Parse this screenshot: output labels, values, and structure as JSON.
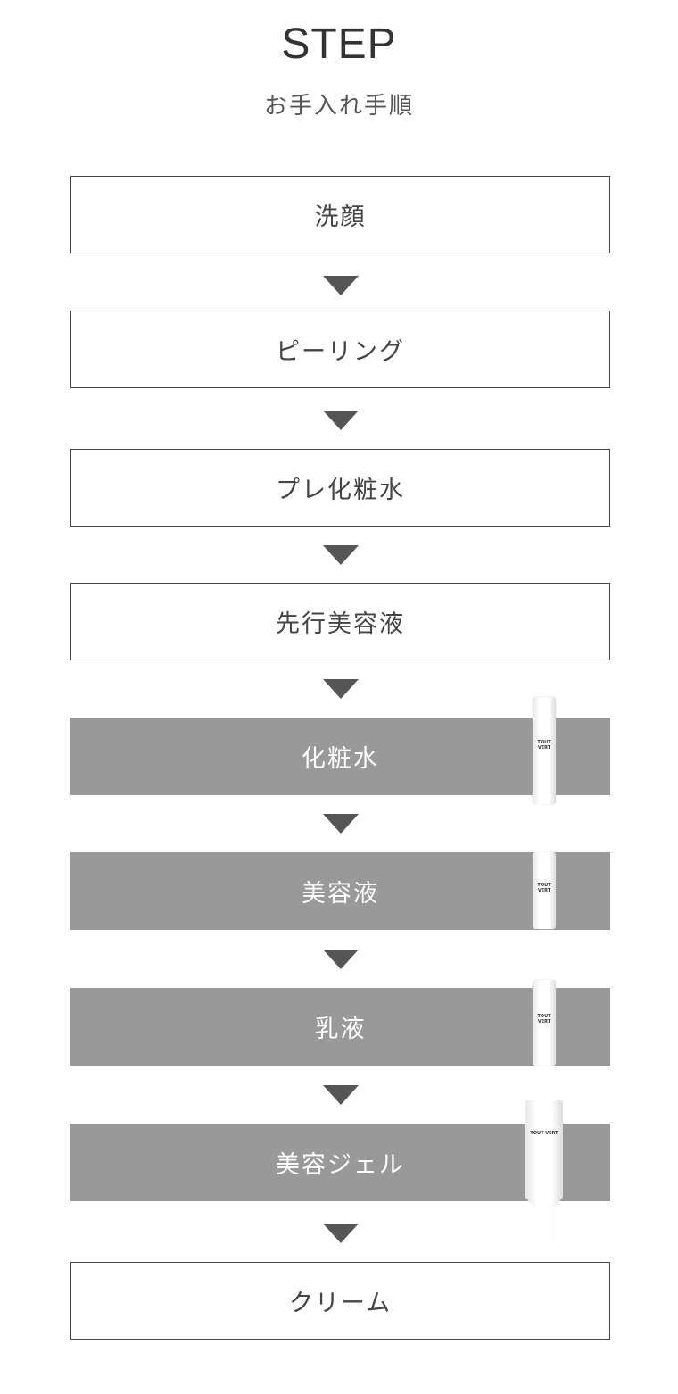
{
  "header": {
    "title": "STEP",
    "subtitle": "お手入れ手順"
  },
  "colors": {
    "highlight": "#999999",
    "arrow": "#555555",
    "border": "#444444"
  },
  "steps": [
    {
      "label": "洗顔",
      "highlighted": false
    },
    {
      "label": "ピーリング",
      "highlighted": false
    },
    {
      "label": "プレ化粧水",
      "highlighted": false
    },
    {
      "label": "先行美容液",
      "highlighted": false
    },
    {
      "label": "化粧水",
      "highlighted": true,
      "product": "lotion-bottle"
    },
    {
      "label": "美容液",
      "highlighted": true,
      "product": "serum-bottle"
    },
    {
      "label": "乳液",
      "highlighted": true,
      "product": "emulsion-bottle"
    },
    {
      "label": "美容ジェル",
      "highlighted": true,
      "product": "gel-tube"
    },
    {
      "label": "クリーム",
      "highlighted": false
    }
  ],
  "product_brand": "TOUT VERT"
}
